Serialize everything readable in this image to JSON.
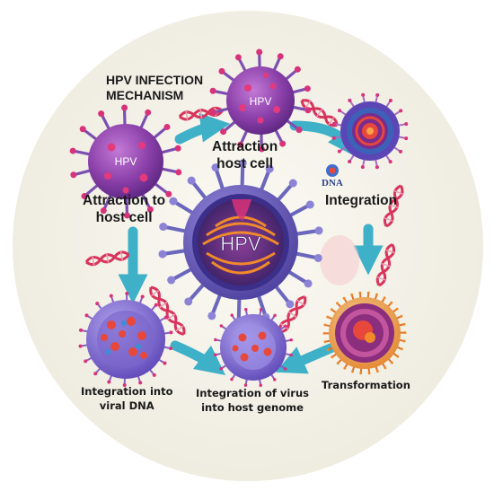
{
  "title": {
    "line1": "HPV INFECTION",
    "line2": "MECHANISM"
  },
  "labels": {
    "attraction_host_cell": {
      "line1": "Attraction",
      "line2": "host cell"
    },
    "attraction_to_host_cell": {
      "line1": "Attraction to",
      "line2": "host cell"
    },
    "integration": "Integration",
    "integration_into_viral_dna": {
      "line1": "Integration into",
      "line2": "viral DNA"
    },
    "integration_of_virus": {
      "line1": "Integration of virus",
      "line2": "into host genome"
    },
    "transformation": "Transformation",
    "dna_tag": "DNA"
  },
  "virus_text": {
    "large": "HPV",
    "top": "HPV",
    "left": "HPV"
  },
  "colors": {
    "background_circle": "#f3f1e7",
    "arrow": "#3eb0c8",
    "virus_purple": "#7b4fb0",
    "spike_tip": "#d8327a",
    "dna_red": "#d9345c",
    "dna_rung": "#e9a0b6"
  }
}
